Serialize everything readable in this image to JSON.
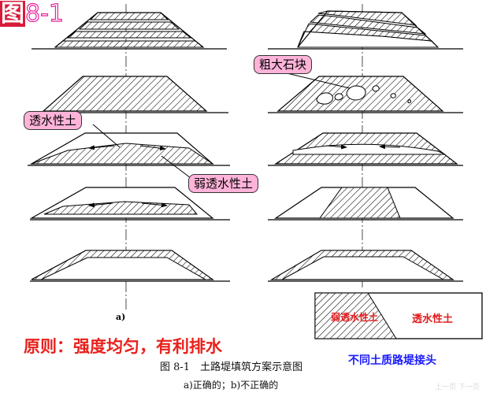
{
  "figure_title": {
    "first_char": "图",
    "rest": "8-1"
  },
  "callouts": {
    "coarse_stone": "粗大石块",
    "permeable_soil": "透水性土",
    "weak_permeable_soil": "弱透水性土"
  },
  "panel_label": "a)",
  "principle_text": "原则：强度均匀，有利排水",
  "caption": "图 8-1　土路堤填筑方案示意图",
  "subcaption": "a)正确的；b)不正确的",
  "joint": {
    "left_label": "弱透水性土",
    "right_label": "透水性土",
    "caption": "不同土质路堤接头"
  },
  "nav_hint": "上一页 下一页",
  "colors": {
    "callout_fill": "#ffb3d9",
    "principle": "#e8211c",
    "joint_caption": "#1a1aff",
    "joint_text": "#e31a1c"
  }
}
